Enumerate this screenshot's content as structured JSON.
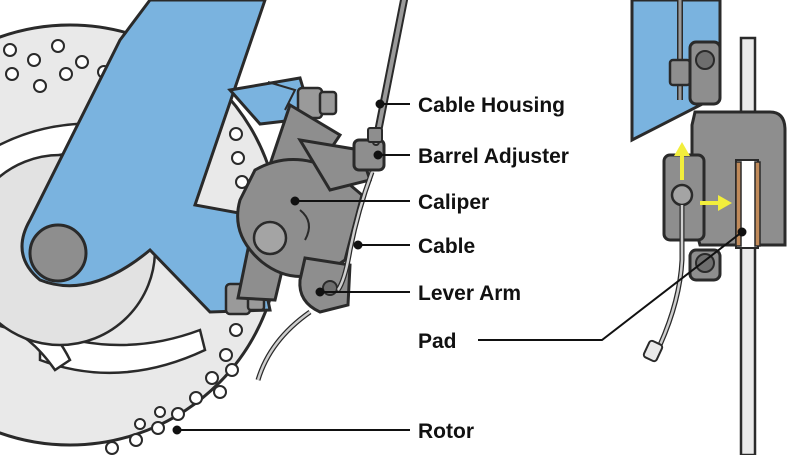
{
  "colors": {
    "fork_blue": "#7AB3DF",
    "caliper_gray": "#8E8E8E",
    "caliper_dark": "#6E6E6E",
    "rotor_gray": "#E8E8E8",
    "outline": "#2A2A2A",
    "pad_copper": "#C08A5A",
    "arrow_yellow": "#F2EE3C"
  },
  "labels": {
    "cable_housing": "Cable Housing",
    "barrel_adjuster": "Barrel Adjuster",
    "caliper": "Caliper",
    "cable": "Cable",
    "lever_arm": "Lever Arm",
    "pad": "Pad",
    "rotor": "Rotor"
  },
  "icons": {
    "pad_direction": "arrow-right-icon",
    "lever_direction": "arrow-up-icon"
  }
}
